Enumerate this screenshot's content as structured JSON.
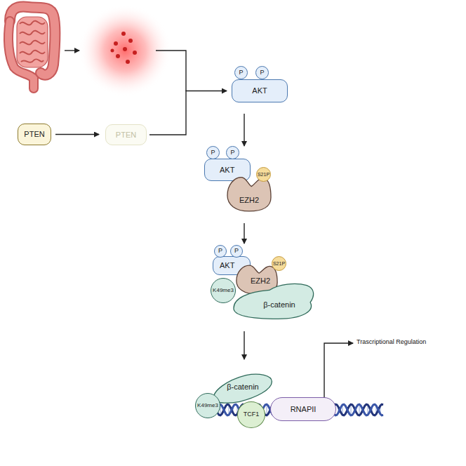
{
  "diagram": {
    "nodes": [
      {
        "text": [
          "PTEN"
        ]
      },
      {
        "text": [
          "PTEN"
        ]
      },
      {
        "text": [
          "AKT"
        ]
      },
      {
        "text": [
          "P"
        ]
      },
      {
        "text": [
          "P"
        ]
      },
      {
        "text": [
          "AKT"
        ]
      },
      {
        "text": [
          "P"
        ]
      },
      {
        "text": [
          "P"
        ]
      },
      {
        "text": [
          "EZH2"
        ]
      },
      {
        "text": [
          "S21P"
        ]
      },
      {
        "text": [
          "AKT"
        ]
      },
      {
        "text": [
          "P"
        ]
      },
      {
        "text": [
          "P"
        ]
      },
      {
        "text": [
          "EZH2"
        ]
      },
      {
        "text": [
          "S21P"
        ]
      },
      {
        "text": [
          "K49me3"
        ]
      },
      {
        "text": [
          "β-catenin"
        ]
      },
      {
        "text": [
          "K49me3"
        ]
      },
      {
        "text": [
          "β-catenin"
        ]
      },
      {
        "text": [
          "TCF1"
        ]
      },
      {
        "text": [
          "RNAPII"
        ]
      }
    ],
    "edges": [
      {
        "from": 0,
        "to": 1,
        "arrow": "to"
      },
      {
        "from": 1,
        "to": 2,
        "arrow": "to"
      },
      {
        "from": 2,
        "to": 5,
        "arrow": "to"
      },
      {
        "from": 8,
        "to": 10,
        "arrow": "to"
      },
      {
        "from": 16,
        "to": 18,
        "arrow": "to"
      }
    ],
    "labels": [
      "Trascriptional Regulation"
    ]
  }
}
